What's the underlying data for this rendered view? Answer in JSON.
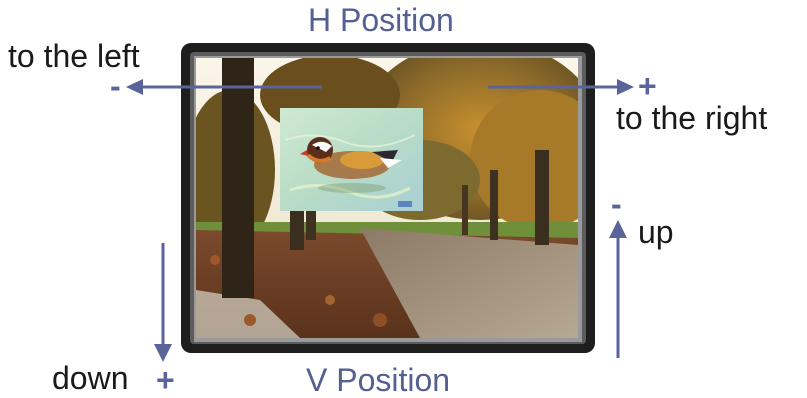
{
  "title_h": "H Position",
  "title_v": "V Position",
  "labels": {
    "left": "to the left",
    "right": "to the right",
    "up": "up",
    "down": "down"
  },
  "signs": {
    "left": "-",
    "right": "+",
    "up": "-",
    "down": "+"
  },
  "colors": {
    "arrow": "#5a649b",
    "title": "#545f92",
    "frame": "#1e1e1e",
    "frame_bevel": "#8a8a8a"
  },
  "icons": {
    "background": "park-autumn-path-image",
    "overlay": "mandarin-duck-image"
  }
}
